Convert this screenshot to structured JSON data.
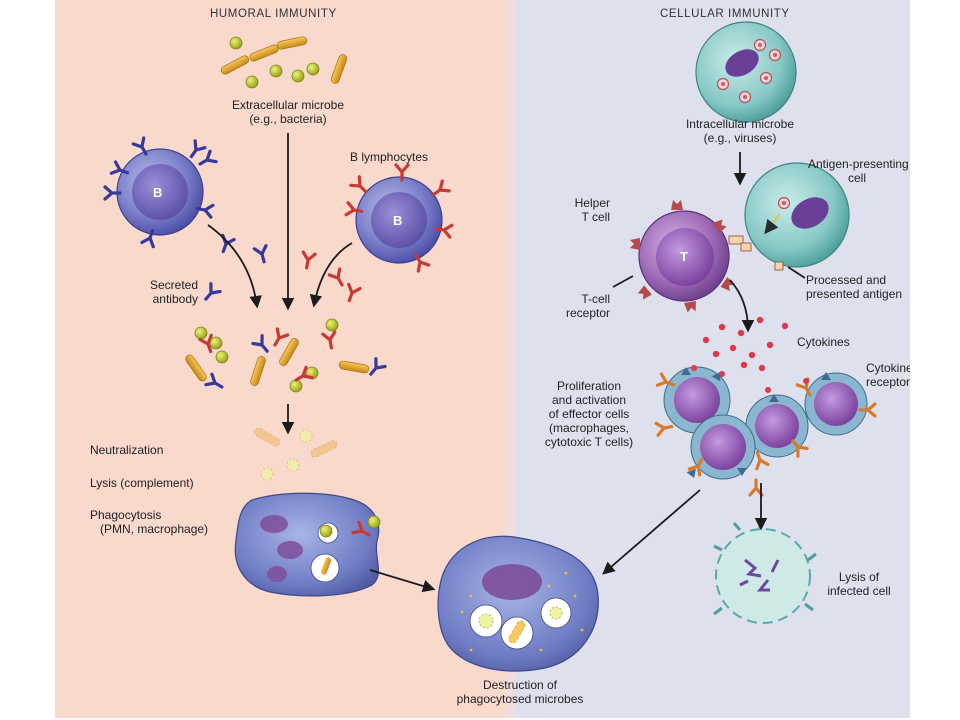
{
  "panels": {
    "humoral_title": "HUMORAL IMMUNITY",
    "cellular_title": "CELLULAR IMMUNITY"
  },
  "humoral": {
    "extracellular_microbe": "Extracellular microbe",
    "extracellular_example": "(e.g., bacteria)",
    "b_lymphocytes": "B lymphocytes",
    "b_cell_letter": "B",
    "secreted": "Secreted",
    "antibody": "antibody",
    "neutralization": "Neutralization",
    "lysis_complement": "Lysis (complement)",
    "phagocytosis": "Phagocytosis",
    "phagocytosis_cells": "(PMN, macrophage)"
  },
  "cellular": {
    "intracellular_microbe": "Intracellular microbe",
    "intracellular_example": "(e.g., viruses)",
    "apc_line1": "Antigen-presenting",
    "apc_line2": "cell",
    "helper_line1": "Helper",
    "helper_line2": "T cell",
    "t_cell_letter": "T",
    "tcr_line1": "T-cell",
    "tcr_line2": "receptor",
    "processed_line1": "Processed and",
    "processed_line2": "presented antigen",
    "cytokines": "Cytokines",
    "cytokine_receptor_line1": "Cytokine",
    "cytokine_receptor_line2": "receptor",
    "prolif_line1": "Proliferation",
    "prolif_line2": "and activation",
    "prolif_line3": "of effector cells",
    "prolif_line4": "(macrophages,",
    "prolif_line5": "cytotoxic T cells)",
    "lysis_line1": "Lysis of",
    "lysis_line2": "infected cell"
  },
  "outcome": {
    "line1": "Destruction of",
    "line2": "phagocytosed microbes"
  },
  "colors": {
    "humoral_bg": "#f8d9cc",
    "cellular_bg": "#dfe0ee",
    "b_cell": "#6f73c4",
    "t_cell": "#a070b8",
    "microbe_green": "#b6c62a",
    "microbe_orange": "#e4a22c",
    "antibody_blue": "#38389a",
    "antibody_red": "#c93a35",
    "cytokine_red": "#e0384a",
    "infected_cell": "#83c7c4"
  }
}
